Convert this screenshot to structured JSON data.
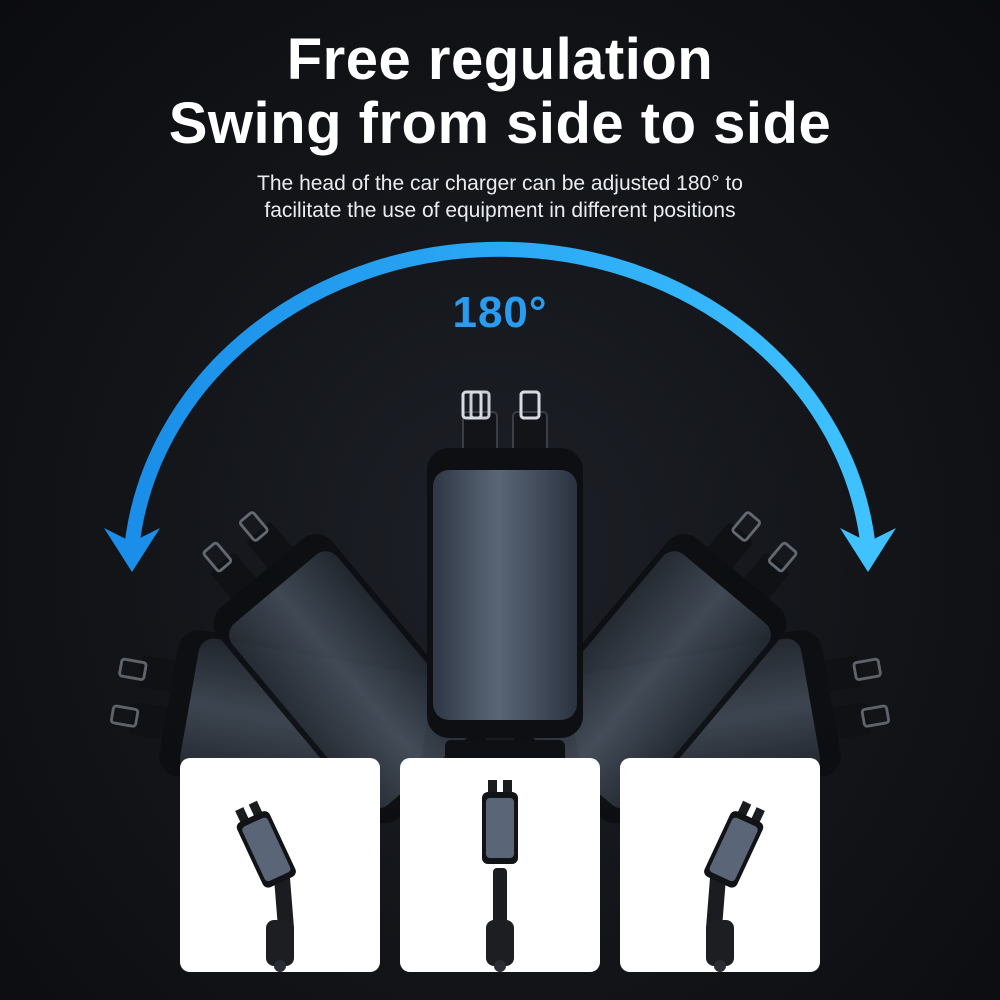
{
  "headline": {
    "line1": "Free regulation",
    "line2": "Swing from side to side"
  },
  "description": {
    "line1": "The head of the car charger can be adjusted 180° to",
    "line2": "facilitate the use of equipment in different positions"
  },
  "rotation": {
    "label": "180°",
    "degrees": 180
  },
  "colors": {
    "background": "#121418",
    "arc_accent": "#2a9cf0",
    "charger_body": "#4a5667",
    "text": "#ffffff"
  },
  "icons": [
    "usb-c-connector-icon",
    "lightning-connector-icon",
    "double-arrow-arc-icon"
  ]
}
